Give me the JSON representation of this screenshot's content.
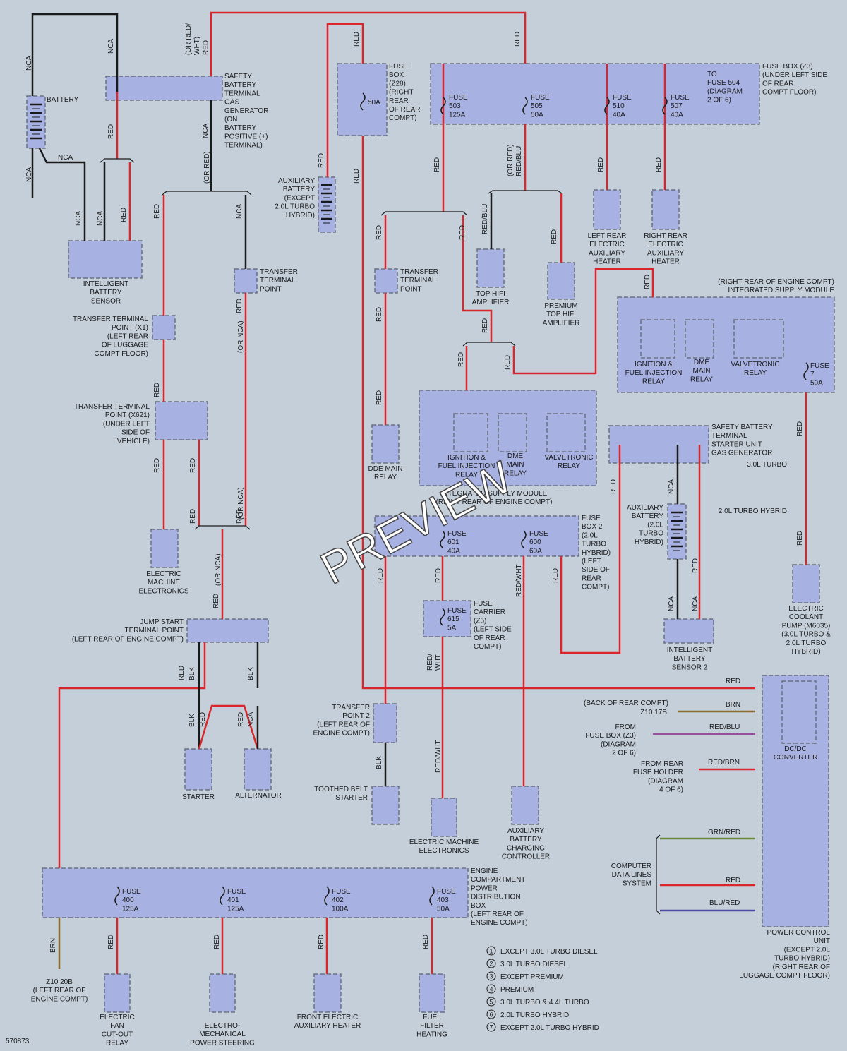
{
  "diagram_id": "570873",
  "watermark": "PREVIEW",
  "colors": {
    "wire_red": "#d9262b",
    "wire_black": "#1a1a1a",
    "component_fill": "#a7b1e2",
    "background": "#c4cfda",
    "brn": "#8a6d2f",
    "grn_red": "#6a8a3a",
    "red_blu": "#9a4da0",
    "blu_red": "#4a4aa0"
  },
  "components": {
    "battery": "BATTERY",
    "safety_terminal": [
      "SAFETY",
      "BATTERY",
      "TERMINAL",
      "GAS",
      "GENERATOR",
      "(ON",
      "BATTERY",
      "POSITIVE (+)",
      "TERMINAL)"
    ],
    "fuse_box_z28": [
      "FUSE",
      "BOX",
      "(Z28)",
      "(RIGHT",
      "REAR",
      "OF REAR",
      "COMPT)"
    ],
    "fuse_box_z3": [
      "FUSE BOX (Z3)",
      "(UNDER LEFT SIDE",
      "OF REAR",
      "COMPT FLOOR)"
    ],
    "to_fuse_504": [
      "TO",
      "FUSE 504",
      "(DIAGRAM",
      "2 OF 6)"
    ],
    "ibs": [
      "INTELLIGENT",
      "BATTERY",
      "SENSOR"
    ],
    "aux_battery": [
      "AUXILIARY",
      "BATTERY",
      "(EXCEPT",
      "2.0L TURBO",
      "HYBRID)"
    ],
    "transfer_point_a": [
      "TRANSFER",
      "TERMINAL",
      "POINT"
    ],
    "transfer_point_b": [
      "TRANSFER",
      "TERMINAL",
      "POINT"
    ],
    "top_hifi": [
      "TOP HIFI",
      "AMPLIFIER"
    ],
    "premium_hifi": [
      "PREMIUM",
      "TOP HIFI",
      "AMPLIFIER"
    ],
    "left_heater": [
      "LEFT REAR",
      "ELECTRIC",
      "AUXILIARY",
      "HEATER"
    ],
    "right_heater": [
      "RIGHT REAR",
      "ELECTRIC",
      "AUXILIARY",
      "HEATER"
    ],
    "tp_x1": [
      "TRANSFER TERMINAL",
      "POINT (X1)",
      "(LEFT REAR",
      "OF LUGGAGE",
      "COMPT FLOOR)"
    ],
    "tp_x621": [
      "TRANSFER TERMINAL",
      "POINT (X621)",
      "(UNDER LEFT",
      "SIDE OF",
      "VEHICLE)"
    ],
    "dde_relay": [
      "DDE MAIN",
      "RELAY"
    ],
    "ism_right_header": [
      "(RIGHT REAR OF ENGINE COMPT)",
      "INTEGRATED SUPPLY MODULE"
    ],
    "ism_ign": [
      "IGNITION &",
      "FUEL INJECTION",
      "RELAY"
    ],
    "ism_dme": [
      "DME",
      "MAIN",
      "RELAY"
    ],
    "ism_valve": [
      "VALVETRONIC",
      "RELAY"
    ],
    "ism_fuse7": [
      "FUSE",
      "7",
      "50A"
    ],
    "ism2_ign": [
      "IGNITION &",
      "FUEL INJECTION",
      "RELAY"
    ],
    "ism2_dme": [
      "DME",
      "MAIN",
      "RELAY"
    ],
    "ism2_valve": [
      "VALVETRONIC",
      "RELAY"
    ],
    "ism2_label": [
      "INTEGRATED SUPPLY MODULE",
      "(RIGHT REAR OF ENGINE COMPT)"
    ],
    "sbt_starter": [
      "SAFETY BATTERY",
      "TERMINAL",
      "STARTER UNIT",
      "GAS GENERATOR"
    ],
    "em_electronics": [
      "ELECTRIC",
      "MACHINE",
      "ELECTRONICS"
    ],
    "fuse_box2": [
      "FUSE",
      "BOX 2",
      "(2.0L",
      "TURBO",
      "HYBRID)",
      "(LEFT",
      "SIDE OF",
      "REAR",
      "COMPT)"
    ],
    "aux_batt2": [
      "AUXILIARY",
      "BATTERY",
      "(2.0L",
      "TURBO",
      "HYBRID)"
    ],
    "ibs2": [
      "INTELLIGENT",
      "BATTERY",
      "SENSOR 2"
    ],
    "coolant_pump": [
      "ELECTRIC",
      "COOLANT",
      "PUMP (M6035)",
      "(3.0L TURBO &",
      "2.0L TURBO",
      "HYBRID)"
    ],
    "fuse_carrier": [
      "FUSE",
      "CARRIER",
      "(Z5)",
      "(LEFT SIDE",
      "OF REAR",
      "COMPT)"
    ],
    "jump_start": [
      "JUMP START",
      "TERMINAL POINT",
      "(LEFT REAR OF ENGINE COMPT)"
    ],
    "starter": "STARTER",
    "alternator": "ALTERNATOR",
    "tp2": [
      "TRANSFER",
      "POINT 2",
      "(LEFT REAR OF",
      "ENGINE COMPT)"
    ],
    "toothed": [
      "TOOTHED BELT",
      "STARTER"
    ],
    "em_electronics2": [
      "ELECTRIC MACHINE",
      "ELECTRONICS"
    ],
    "abcc": [
      "AUXILIARY",
      "BATTERY",
      "CHARGING",
      "CONTROLLER"
    ],
    "dcdc": [
      "DC/DC",
      "CONVERTER"
    ],
    "pcu": [
      "POWER CONTROL",
      "UNIT",
      "(EXCEPT 2.0L",
      "TURBO HYBRID)",
      "(RIGHT REAR OF",
      "LUGGAGE COMPT FLOOR)"
    ],
    "epdb": [
      "ENGINE",
      "COMPARTMENT",
      "POWER",
      "DISTRIBUTION",
      "BOX",
      "(LEFT REAR OF",
      "ENGINE COMPT)"
    ],
    "z10_20b": [
      "Z10 20B",
      "(LEFT REAR OF",
      "ENGINE COMPT)"
    ],
    "fan_relay": [
      "ELECTRIC",
      "FAN",
      "CUT-OUT",
      "RELAY"
    ],
    "eps": [
      "ELECTRO-",
      "MECHANICAL",
      "POWER STEERING"
    ],
    "front_heater": [
      "FRONT ELECTRIC",
      "AUXILIARY HEATER"
    ],
    "fuel_heating": [
      "FUEL",
      "FILTER",
      "HEATING"
    ],
    "back_rear": "(BACK OF REAR COMPT)",
    "z10_17b": "Z10 17B",
    "from_fuse_box": [
      "FROM",
      "FUSE BOX (Z3)",
      "(DIAGRAM",
      "2 OF 6)"
    ],
    "from_rear_holder": [
      "FROM REAR",
      "FUSE HOLDER",
      "(DIAGRAM",
      "4 OF 6)"
    ],
    "cdls": [
      "COMPUTER",
      "DATA LINES",
      "SYSTEM"
    ],
    "var_30": "3.0L TURBO",
    "var_20h": "2.0L TURBO HYBRID"
  },
  "fuses": {
    "f503": [
      "FUSE",
      "503",
      "125A"
    ],
    "f505": [
      "FUSE",
      "505",
      "50A"
    ],
    "f510": [
      "FUSE",
      "510",
      "40A"
    ],
    "f507": [
      "FUSE",
      "507",
      "40A"
    ],
    "f50a": "50A",
    "f601": [
      "FUSE",
      "601",
      "40A"
    ],
    "f600": [
      "FUSE",
      "600",
      "60A"
    ],
    "f615": [
      "FUSE",
      "615",
      "5A"
    ],
    "f400": [
      "FUSE",
      "400",
      "125A"
    ],
    "f401": [
      "FUSE",
      "401",
      "125A"
    ],
    "f402": [
      "FUSE",
      "402",
      "100A"
    ],
    "f403": [
      "FUSE",
      "403",
      "50A"
    ]
  },
  "wires": {
    "nca": "NCA",
    "red": "RED",
    "blk": "BLK",
    "brn": "BRN",
    "or_red_wht": [
      "(OR RED/",
      "WHT)",
      "RED"
    ],
    "or_red": "(OR RED)",
    "or_nca": "(OR NCA)",
    "or_red_blu": [
      "(OR RED)",
      "RED/BLU"
    ],
    "red_blu": "RED/BLU",
    "red_wht": "RED/WHT",
    "red_wht2": [
      "RED/",
      "WHT"
    ],
    "red_brn": "RED/BRN",
    "grn_red": "GRN/RED",
    "blu_red": "BLU/RED"
  },
  "legend": [
    {
      "num": "1",
      "text": "EXCEPT 3.0L TURBO DIESEL"
    },
    {
      "num": "2",
      "text": "3.0L TURBO DIESEL"
    },
    {
      "num": "3",
      "text": "EXCEPT PREMIUM"
    },
    {
      "num": "4",
      "text": "PREMIUM"
    },
    {
      "num": "5",
      "text": "3.0L TURBO & 4.4L TURBO"
    },
    {
      "num": "6",
      "text": "2.0L TURBO HYBRID"
    },
    {
      "num": "7",
      "text": "EXCEPT 2.0L TURBO HYBRID"
    }
  ]
}
